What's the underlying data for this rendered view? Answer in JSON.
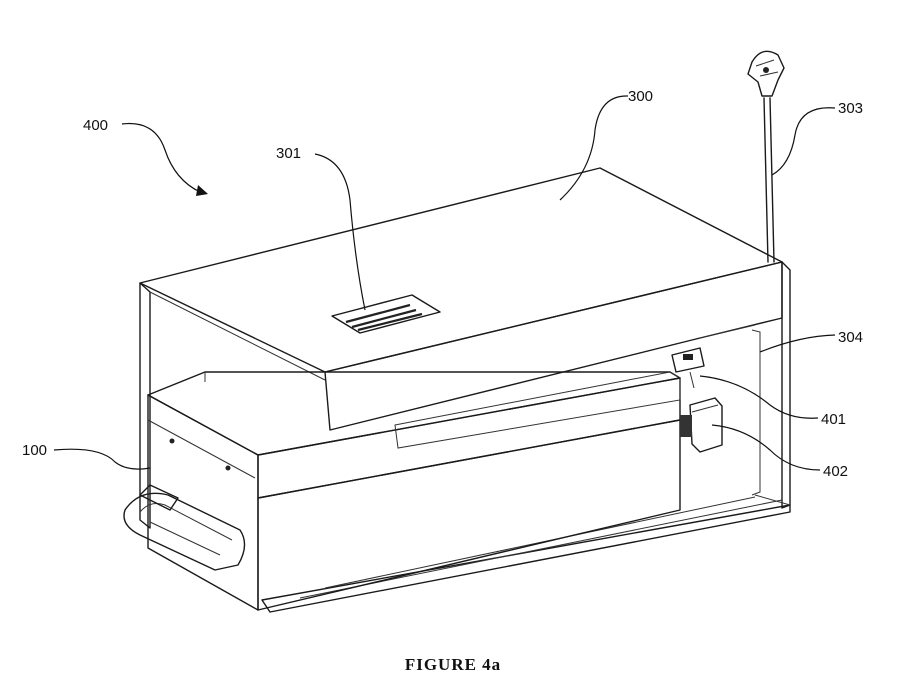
{
  "figure": {
    "caption": "FIGURE 4a",
    "labels": {
      "l400": "400",
      "l300": "300",
      "l301": "301",
      "l303": "303",
      "l304": "304",
      "l100": "100",
      "l401": "401",
      "l402": "402"
    }
  }
}
